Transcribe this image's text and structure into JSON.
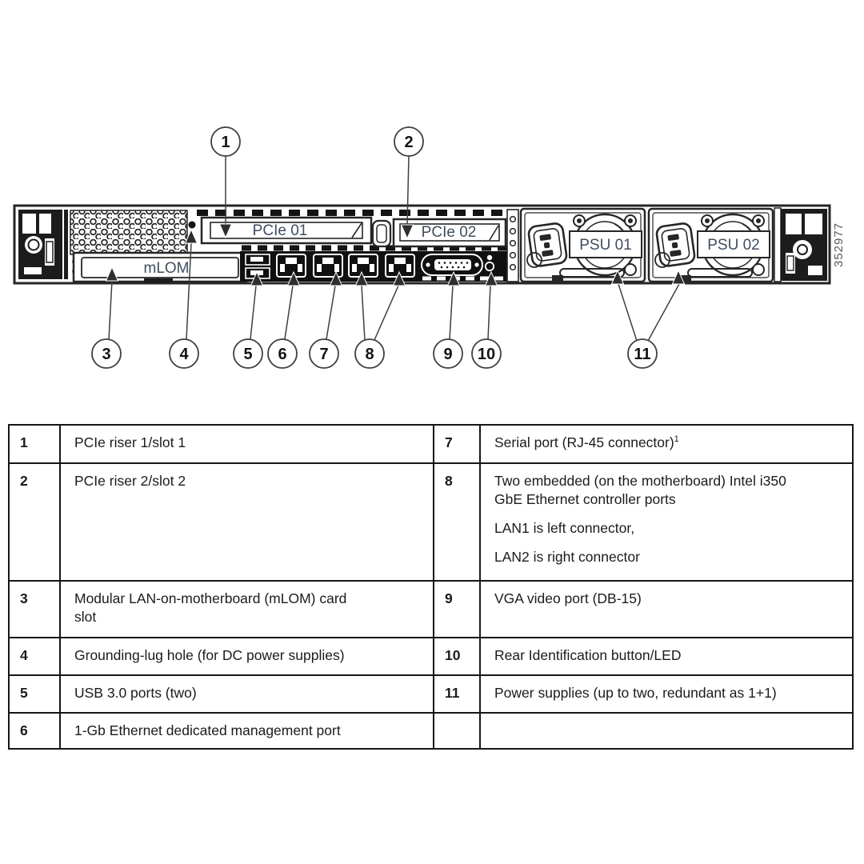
{
  "diagram": {
    "labels": {
      "pcie1": "PCIe 01",
      "pcie2": "PCIe 02",
      "mlom": "mLOM",
      "psu1": "PSU 01",
      "psu2": "PSU 02"
    },
    "figure_number": "352977",
    "callouts": [
      "1",
      "2",
      "3",
      "4",
      "5",
      "6",
      "7",
      "8",
      "9",
      "10",
      "11"
    ],
    "line_color": "#262626",
    "label_color": "#3f4e60"
  },
  "table": {
    "rows": [
      {
        "left_num": "1",
        "left_desc": "PCIe riser 1/slot 1",
        "right_num": "7",
        "right_desc": "Serial port (RJ-45 connector)",
        "right_desc_sup": "1"
      },
      {
        "left_num": "2",
        "left_desc": "PCIe riser 2/slot 2",
        "right_num": "8",
        "right_desc_lines": [
          "Two embedded (on the motherboard) Intel i350 GbE Ethernet controller ports",
          "LAN1 is left connector,",
          "LAN2 is right connector"
        ]
      },
      {
        "left_num": "3",
        "left_desc": "Modular LAN-on-motherboard (mLOM) card slot",
        "right_num": "9",
        "right_desc": "VGA video port (DB-15)"
      },
      {
        "left_num": "4",
        "left_desc": "Grounding-lug hole (for DC power supplies)",
        "right_num": "10",
        "right_desc": "Rear Identification button/LED"
      },
      {
        "left_num": "5",
        "left_desc": "USB 3.0 ports (two)",
        "right_num": "11",
        "right_desc": "Power supplies (up to two, redundant as 1+1)"
      },
      {
        "left_num": "6",
        "left_desc": "1-Gb Ethernet dedicated management port",
        "right_num": "",
        "right_desc": ""
      }
    ]
  }
}
